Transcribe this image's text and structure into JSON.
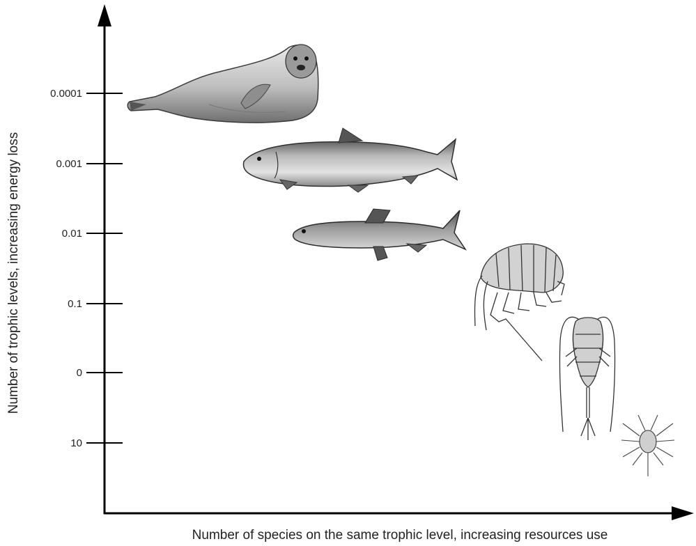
{
  "y_axis": {
    "title": "Number of trophic levels, increasing energy loss",
    "ticks": [
      "0.0001",
      "0.001",
      "0.01",
      "0.1",
      "0",
      "10"
    ]
  },
  "x_axis": {
    "title": "Number of species on the same trophic level, increasing resources use"
  },
  "organisms": [
    "seal",
    "salmon",
    "small-fish",
    "amphipod",
    "copepod",
    "nauplius-larva"
  ]
}
